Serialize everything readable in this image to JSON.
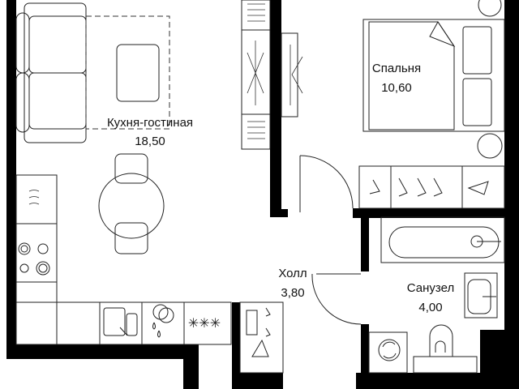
{
  "plan": {
    "rooms": [
      {
        "name": "Кухня-гостиная",
        "area": "18,50"
      },
      {
        "name": "Спальня",
        "area": "10,60"
      },
      {
        "name": "Холл",
        "area": "3,80"
      },
      {
        "name": "Санузел",
        "area": "4,00"
      }
    ]
  }
}
